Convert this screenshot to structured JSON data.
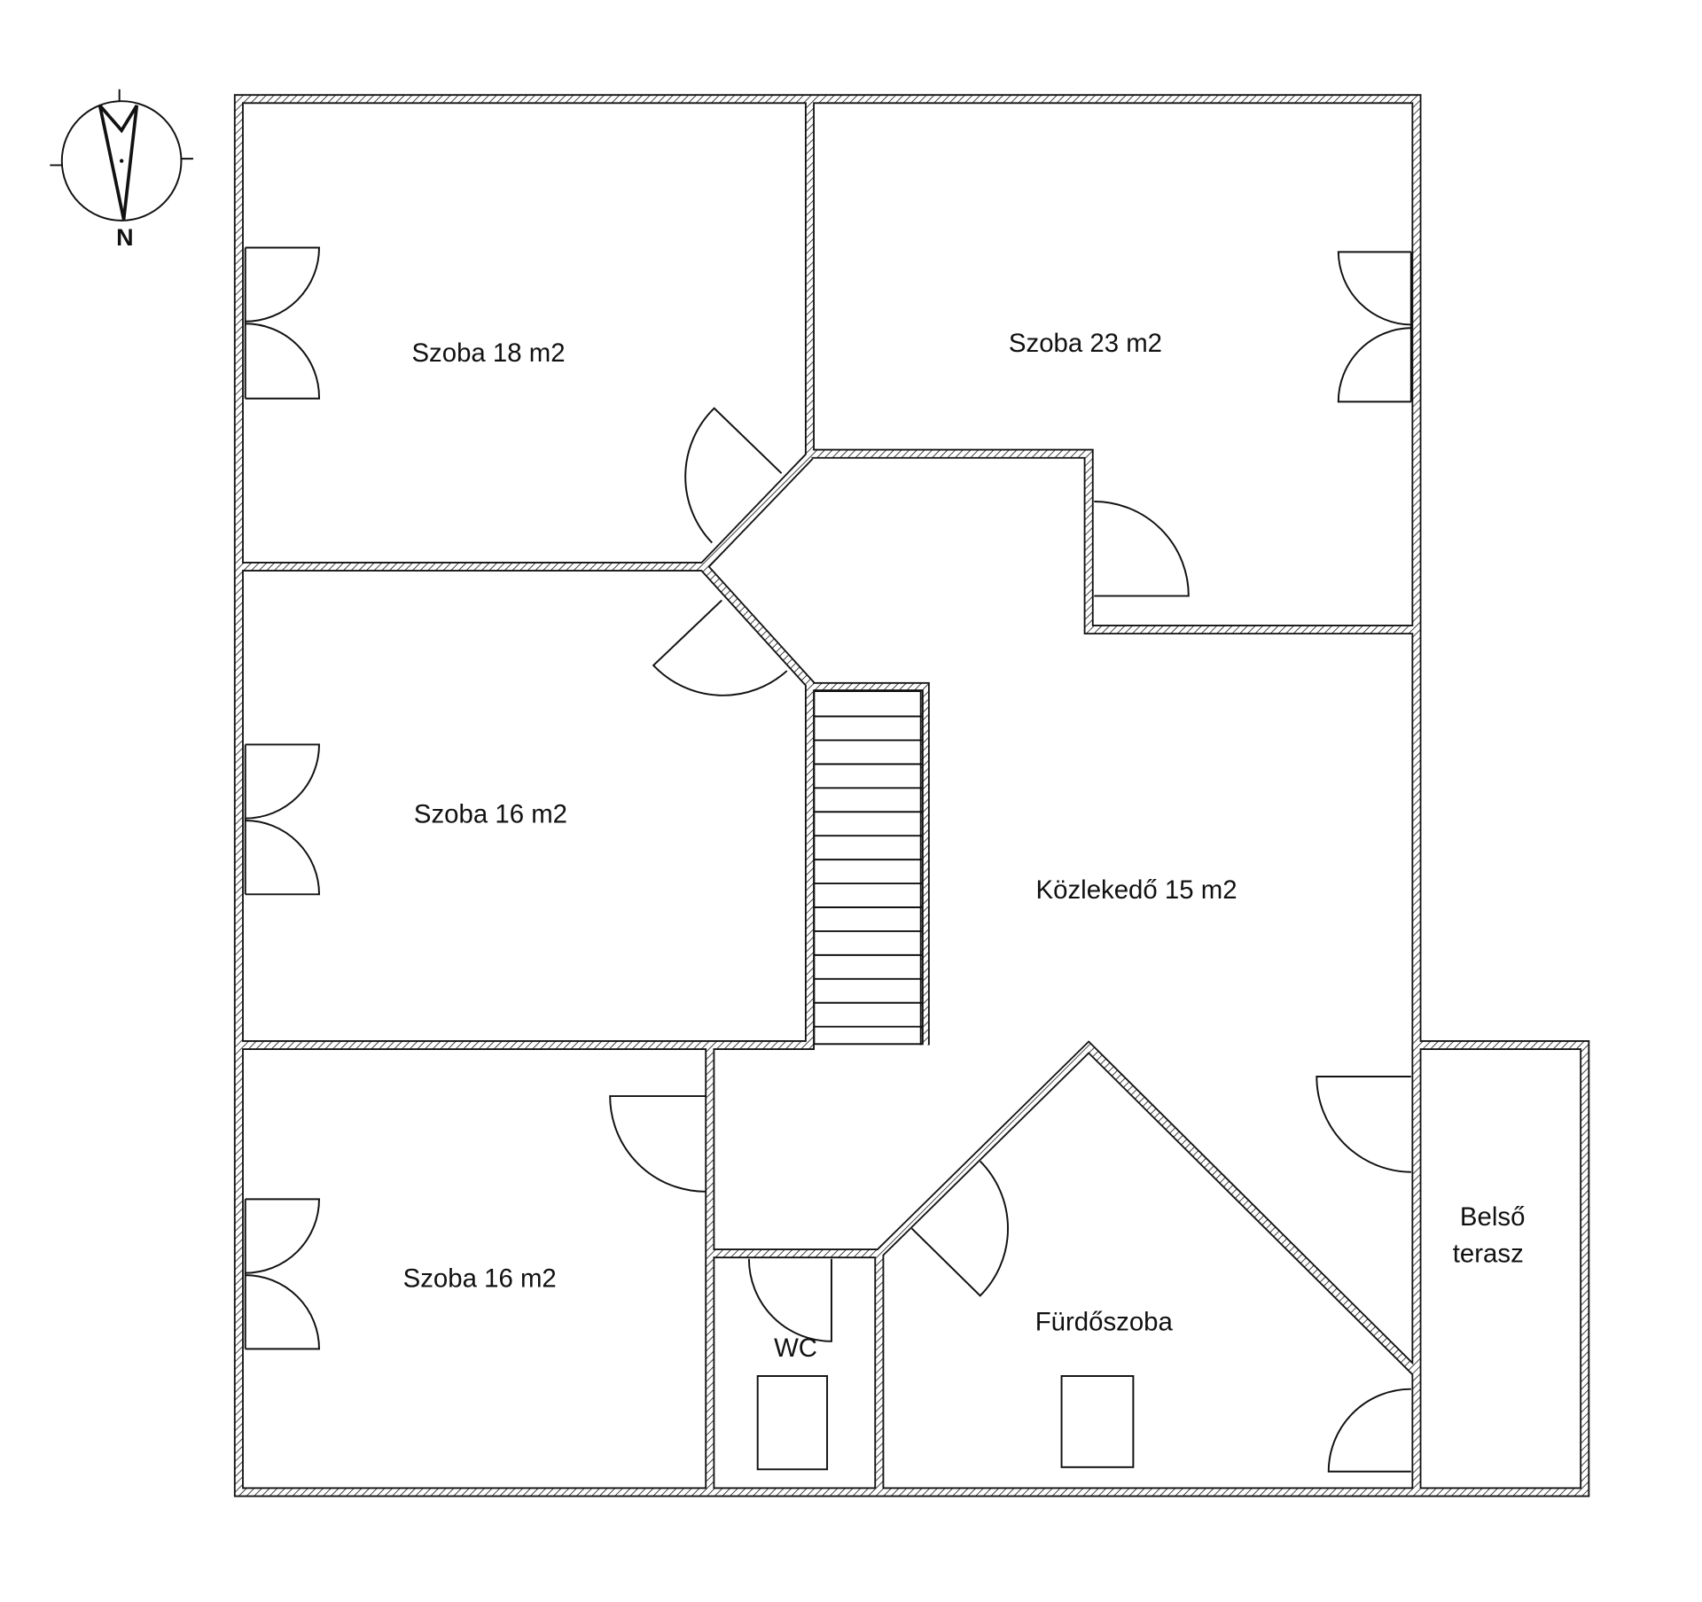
{
  "title": "Floor plan",
  "compass": {
    "north_label": "N",
    "icon": "north-arrow-icon"
  },
  "rooms": [
    {
      "id": "szoba-18",
      "label": "Szoba 18 m2"
    },
    {
      "id": "szoba-23",
      "label": "Szoba 23 m2"
    },
    {
      "id": "szoba-16-upper",
      "label": "Szoba 16 m2"
    },
    {
      "id": "kozlekedo",
      "label": "Közlekedő 15 m2"
    },
    {
      "id": "szoba-16-lower",
      "label": "Szoba 16 m2"
    },
    {
      "id": "wc",
      "label": "WC"
    },
    {
      "id": "furdoszoba",
      "label": "Fürdőszoba"
    },
    {
      "id": "belso-terasz",
      "label_line1": "Belső",
      "label_line2": "terasz"
    }
  ]
}
